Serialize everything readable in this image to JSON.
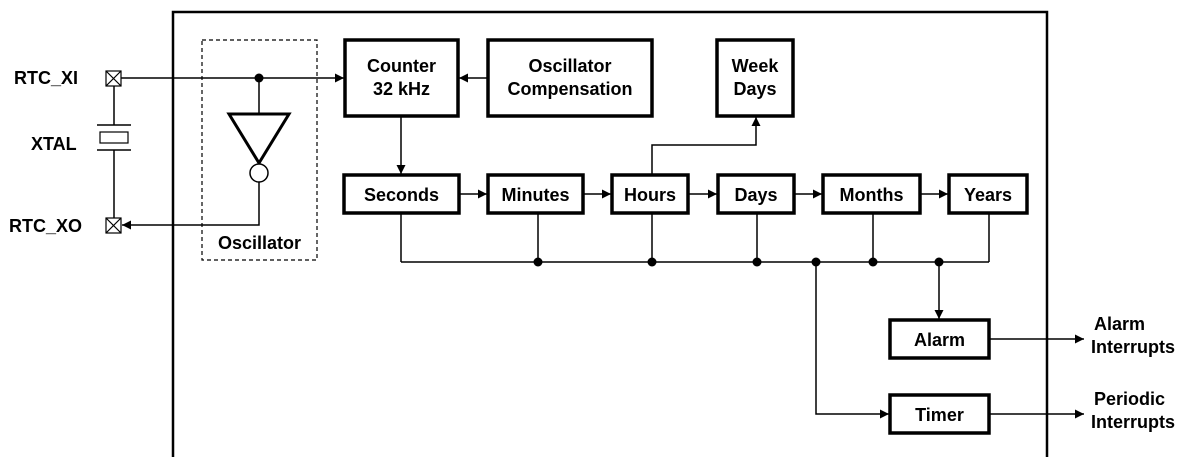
{
  "pins": {
    "rtc_xi": "RTC_XI",
    "xtal": "XTAL",
    "rtc_xo": "RTC_XO"
  },
  "blocks": {
    "oscillator": "Oscillator",
    "counter": [
      "Counter",
      "32 kHz"
    ],
    "osc_comp": [
      "Oscillator",
      "Compensation"
    ],
    "week_days": [
      "Week",
      "Days"
    ],
    "seconds": "Seconds",
    "minutes": "Minutes",
    "hours": "Hours",
    "days": "Days",
    "months": "Months",
    "years": "Years",
    "alarm": "Alarm",
    "timer": "Timer"
  },
  "outputs": {
    "alarm_interrupts": [
      "Alarm",
      "Interrupts"
    ],
    "periodic_interrupts": [
      "Periodic",
      "Interrupts"
    ]
  }
}
